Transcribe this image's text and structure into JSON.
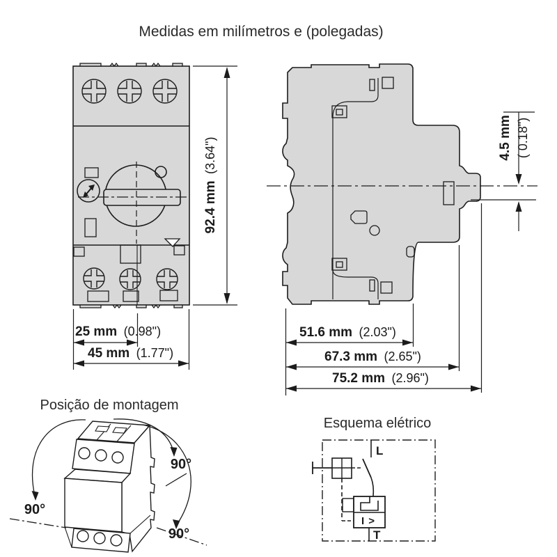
{
  "title": "Medidas em milímetros e (polegadas)",
  "front_view": {
    "height_mm": "92.4 mm",
    "height_in": "(3.64\")",
    "width_mm": "25 mm",
    "width_in": "(0.98\")",
    "total_width_mm": "45 mm",
    "total_width_in": "(1.77\")"
  },
  "side_view": {
    "knob_mm": "4.5 mm",
    "knob_in": "( 0.18\")",
    "depth1_mm": "51.6 mm",
    "depth1_in": "(2.03\")",
    "depth2_mm": "67.3 mm",
    "depth2_in": "(2.65\")",
    "depth3_mm": "75.2 mm",
    "depth3_in": "(2.96\")"
  },
  "mounting": {
    "title": "Posição de montagem",
    "angle_left": "90°",
    "angle_top_right": "90°",
    "angle_bottom_right": "90°"
  },
  "schematic": {
    "title": "Esquema elétrico",
    "line_label": "L",
    "load_label": "T",
    "overcurrent_label": "I >"
  },
  "colors": {
    "body_fill": "#d8d8d8",
    "line": "#1c1c1c",
    "background": "#ffffff"
  }
}
